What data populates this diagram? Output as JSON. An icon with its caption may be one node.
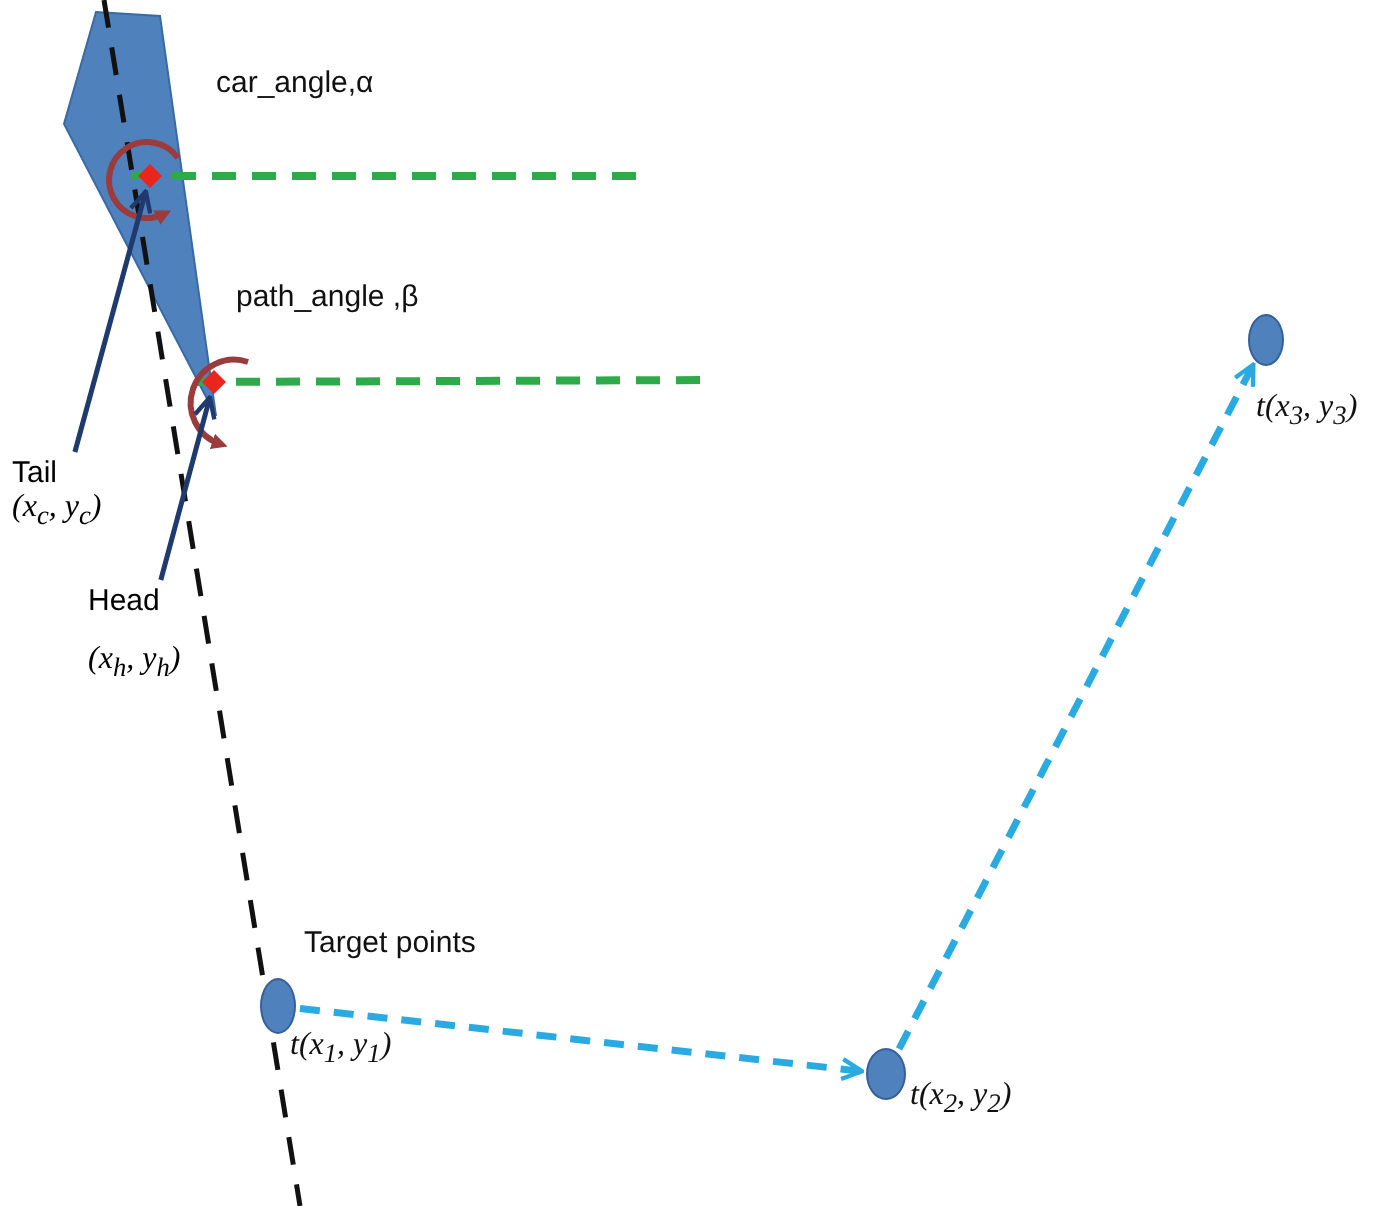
{
  "diagram": {
    "nodes": [
      {
        "text": [],
        "shape": "diamond"
      },
      {
        "text": [],
        "shape": "diamond"
      },
      {
        "text": [
          "Tail",
          "(x$_{c}$, y$_{c}$)"
        ]
      },
      {
        "text": [
          "Head",
          "(x$_{h}$, y$_{h}$)"
        ]
      },
      {
        "text": [],
        "shape": "circle",
        "beside": [
          "t(x$_{1}$, y$_{1}$)"
        ]
      },
      {
        "text": [],
        "shape": "circle",
        "beside": [
          "t(x$_{2}$, y$_{2}$)"
        ]
      },
      {
        "text": [],
        "shape": "circle",
        "beside": [
          "t(x$_{3}$, y$_{3}$)"
        ]
      }
    ],
    "edges": [
      {
        "from": 2,
        "to": 0,
        "arrow": "to"
      },
      {
        "from": 3,
        "to": 1,
        "arrow": "to"
      },
      {
        "from": 4,
        "to": 5,
        "arrow": "to",
        "style": "dashed",
        "color": "#29abe2"
      },
      {
        "from": 5,
        "to": 6,
        "arrow": "to",
        "style": "dashed",
        "color": "#29abe2"
      }
    ],
    "labels": [
      "car_angle,α",
      "path_angle ,β",
      "Target points"
    ]
  }
}
